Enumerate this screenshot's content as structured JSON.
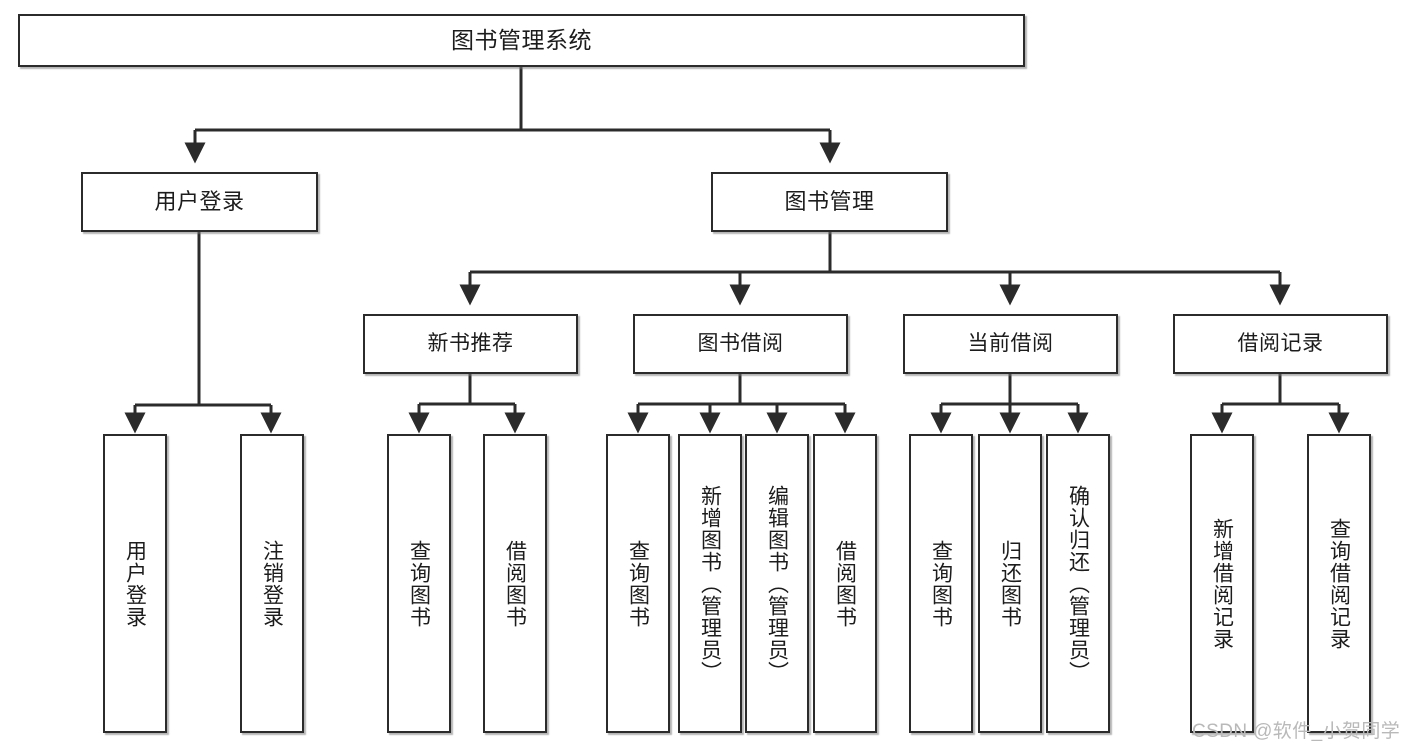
{
  "diagram": {
    "type": "tree",
    "title": "图书管理系统",
    "root": {
      "label": "图书管理系统"
    },
    "level1": [
      {
        "label": "用户登录"
      },
      {
        "label": "图书管理"
      }
    ],
    "level2": [
      {
        "label": "新书推荐"
      },
      {
        "label": "图书借阅"
      },
      {
        "label": "当前借阅"
      },
      {
        "label": "借阅记录"
      }
    ],
    "leaves": {
      "user_login": [
        {
          "label": "用户登录"
        },
        {
          "label": "注销登录"
        }
      ],
      "new_book": [
        {
          "label": "查询图书"
        },
        {
          "label": "借阅图书"
        }
      ],
      "book_borrow": [
        {
          "label": "查询图书"
        },
        {
          "label": "新增图书（管理员）"
        },
        {
          "label": "编辑图书（管理员）"
        },
        {
          "label": "借阅图书"
        }
      ],
      "current_borrow": [
        {
          "label": "查询图书"
        },
        {
          "label": "归还图书"
        },
        {
          "label": "确认归还（管理员）"
        }
      ],
      "borrow_record": [
        {
          "label": "新增借阅记录"
        },
        {
          "label": "查询借阅记录"
        }
      ]
    }
  },
  "watermark": {
    "text": "CSDN @软件_小贺同学"
  },
  "colors": {
    "stroke": "#2b2b2b",
    "box_fill": "#ffffff",
    "text": "#1c1c1c",
    "watermark": "#b9b9b9"
  }
}
